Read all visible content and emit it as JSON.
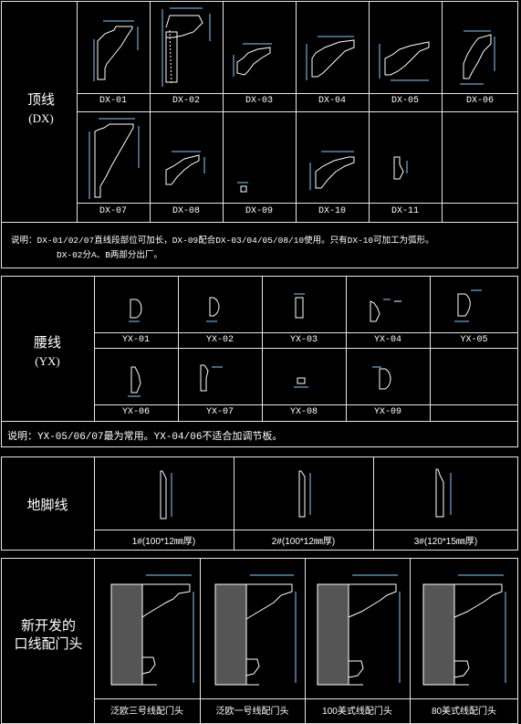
{
  "dx": {
    "title": "顶线",
    "subtitle": "(DX)",
    "row1": [
      "DX-01",
      "DX-02",
      "DX-03",
      "DX-04",
      "DX-05",
      "DX-06"
    ],
    "row2": [
      "DX-07",
      "DX-08",
      "DX-09",
      "DX-10",
      "DX-11"
    ],
    "note1": "说明：DX-01/02/07直线段部位可加长，DX-09配合DX-03/04/05/08/10使用。只有DX-10可加工为弧形。",
    "note2": "DX-02分A、B两部分出厂。"
  },
  "yx": {
    "title": "腰线",
    "subtitle": "(YX)",
    "row1": [
      "YX-01",
      "YX-02",
      "YX-03",
      "YX-04",
      "YX-05"
    ],
    "row2": [
      "YX-06",
      "YX-07",
      "YX-08",
      "YX-09"
    ],
    "note": "说明：YX-05/06/07最为常用。YX-04/06不适合加调节板。"
  },
  "djx": {
    "title": "地脚线",
    "items": [
      "1#(100*12㎜厚)",
      "2#(100*12㎜厚)",
      "3#(120*15㎜厚)"
    ]
  },
  "door": {
    "title_line1": "新开发的",
    "title_line2": "口线配门头",
    "items": [
      "泛欧三号线配门头",
      "泛欧一号线配门头",
      "100美式线配门头",
      "80美式线配门头"
    ]
  },
  "colors": {
    "line": "#e6e6e6",
    "background": "#000000"
  }
}
